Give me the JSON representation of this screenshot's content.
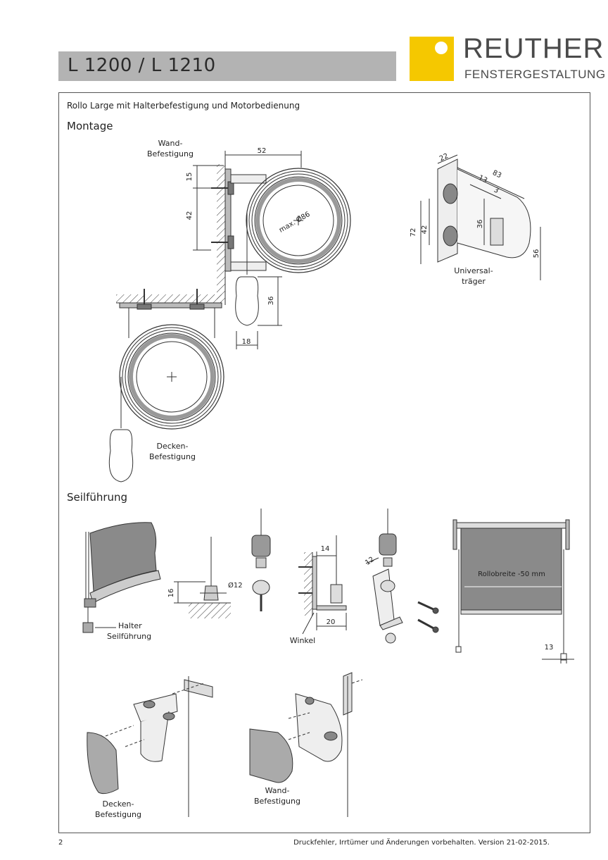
{
  "header": {
    "title": "L 1200 / L 1210",
    "brand_name": "REUTHER",
    "brand_sub": "FENSTERGESTALTUNG",
    "brand_color": "#f5c800"
  },
  "subtitle": "Rollo Large mit Halterbefestigung und Motorbedienung",
  "sections": {
    "montage": "Montage",
    "seilfuehrung": "Seilführung"
  },
  "montage": {
    "wall_label_1": "Wand-",
    "wall_label_2": "Befestigung",
    "ceiling_label_1": "Decken-",
    "ceiling_label_2": "Befestigung",
    "dim_52": "52",
    "dim_15": "15",
    "dim_42": "42",
    "dim_36": "36",
    "dim_18": "18",
    "dim_max": "max. Ø86",
    "universal_1": "Universal-",
    "universal_2": "träger",
    "u_dim_22": "22",
    "u_dim_13": "13",
    "u_dim_83": "83",
    "u_dim_3": "3",
    "u_dim_72": "72",
    "u_dim_42": "42",
    "u_dim_36": "36",
    "u_dim_56": "56"
  },
  "seil": {
    "halter_1": "Halter",
    "halter_2": "Seilführung",
    "dim_16": "16",
    "dim_d12": "Ø12",
    "dim_14": "14",
    "dim_12": "12",
    "dim_20": "20",
    "winkel": "Winkel",
    "rollobreite": "Rollobreite -50 mm",
    "dim_13": "13",
    "ceiling_1": "Decken-",
    "ceiling_2": "Befestigung",
    "wall_1": "Wand-",
    "wall_2": "Befestigung"
  },
  "footer": {
    "page": "2",
    "note": "Druckfehler, Irrtümer und Änderungen vorbehalten. Version 21-02-2015."
  }
}
